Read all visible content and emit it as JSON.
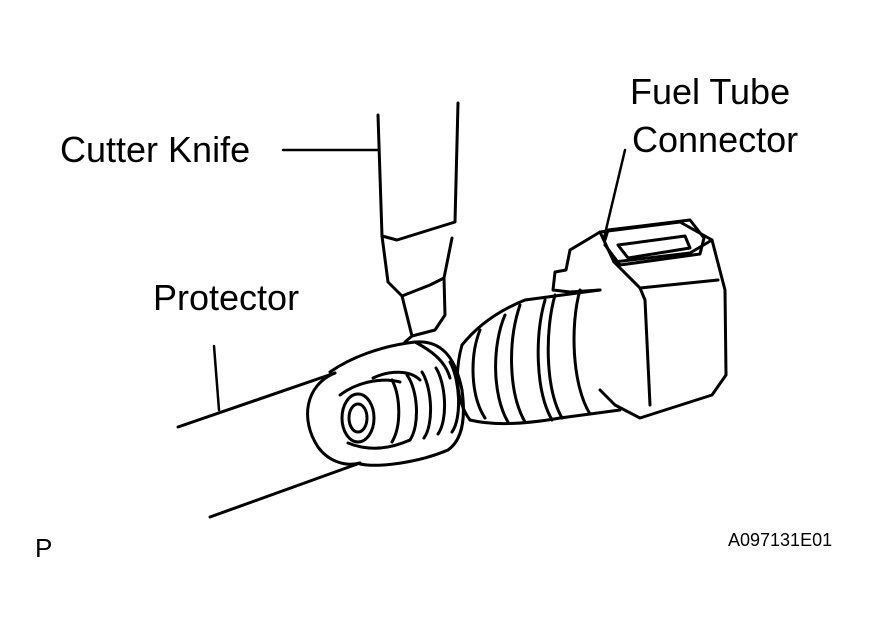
{
  "diagram": {
    "labels": {
      "fuel_tube_connector_line1": "Fuel Tube",
      "fuel_tube_connector_line2": "Connector",
      "cutter_knife": "Cutter Knife",
      "protector": "Protector"
    },
    "footer": {
      "corner_mark": "P",
      "figure_code": "A097131E01"
    },
    "colors": {
      "ink": "#000000",
      "background": "#ffffff"
    }
  }
}
